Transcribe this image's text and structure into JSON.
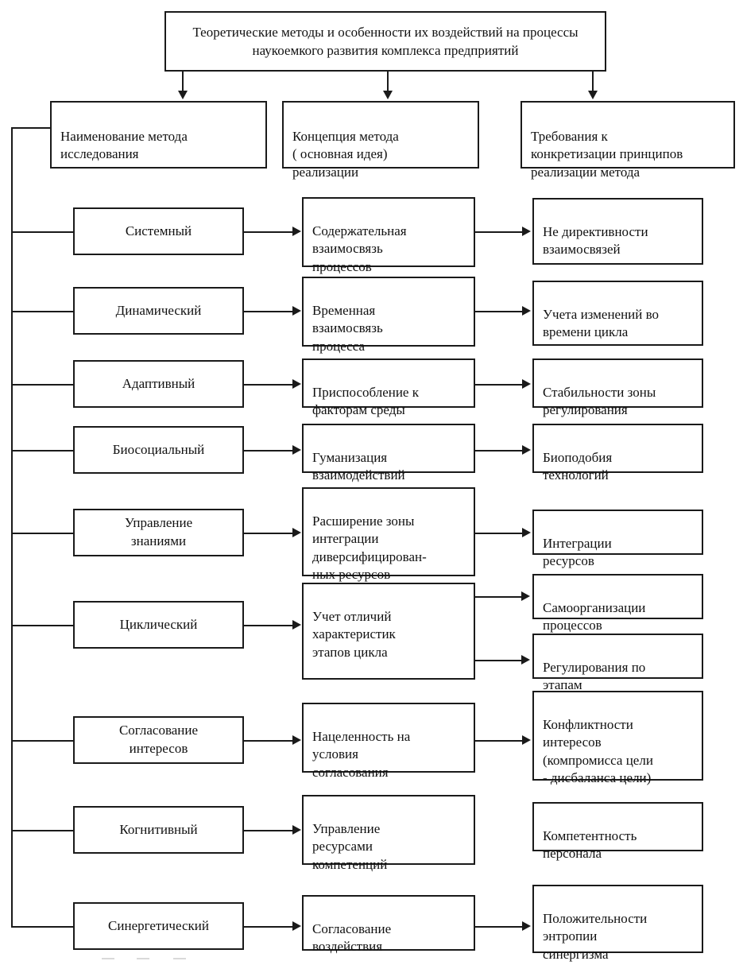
{
  "diagram": {
    "title_box": "Теоретические методы и особенности их воздействий на процессы наукоемкого развития комплекса предприятий",
    "headers": [
      {
        "label": "Наименование метода\nисследования"
      },
      {
        "label": "Концепция метода\n( основная идея)\nреализации"
      },
      {
        "label": "Требования к\nконкретизации принципов\nреализации метода"
      }
    ],
    "rows": [
      {
        "method": "Системный",
        "concept": "Содержательная\nвзаимосвязь\nпроцессов",
        "requirements": [
          "Не директивности\nвзаимосвязей"
        ]
      },
      {
        "method": "Динамический",
        "concept": "Временная\nвзаимосвязь\nпроцесса",
        "requirements": [
          "Учета изменений во\nвремени цикла"
        ]
      },
      {
        "method": "Адаптивный",
        "concept": "Приспособление к\nфакторам среды",
        "requirements": [
          "Стабильности зоны\nрегулирования"
        ]
      },
      {
        "method": "Биосоциальный",
        "concept": "Гуманизация\nвзаимодействий",
        "requirements": [
          "Биоподобия\nтехнологий"
        ]
      },
      {
        "method": "Управление\nзнаниями",
        "concept": "Расширение зоны\nинтеграции\nдиверсифицирован-\nных ресурсов",
        "requirements": [
          "Интеграции\nресурсов"
        ]
      },
      {
        "method": "Циклический",
        "concept": "Учет отличий\nхарактеристик\nэтапов цикла",
        "requirements": [
          "Самоорганизации\nпроцессов",
          "Регулирования по\nэтапам"
        ]
      },
      {
        "method": "Согласование\nинтересов",
        "concept": "Нацеленность на\nусловия\nсогласования",
        "requirements": [
          "Конфликтности\nинтересов\n(компромисса цели\n- дисбаланса цели)"
        ]
      },
      {
        "method": "Когнитивный",
        "concept": "Управление\nресурсами\nкомпетенций",
        "requirements": [
          "Компетентность\nперсонала"
        ]
      },
      {
        "method": "Синергетический",
        "concept": "Согласование\nвоздействия",
        "requirements": [
          "Положительности\nэнтропии\nсинергизма"
        ]
      }
    ],
    "colors": {
      "stroke": "#1a1a1a",
      "background": "#ffffff",
      "text": "#111111"
    }
  }
}
